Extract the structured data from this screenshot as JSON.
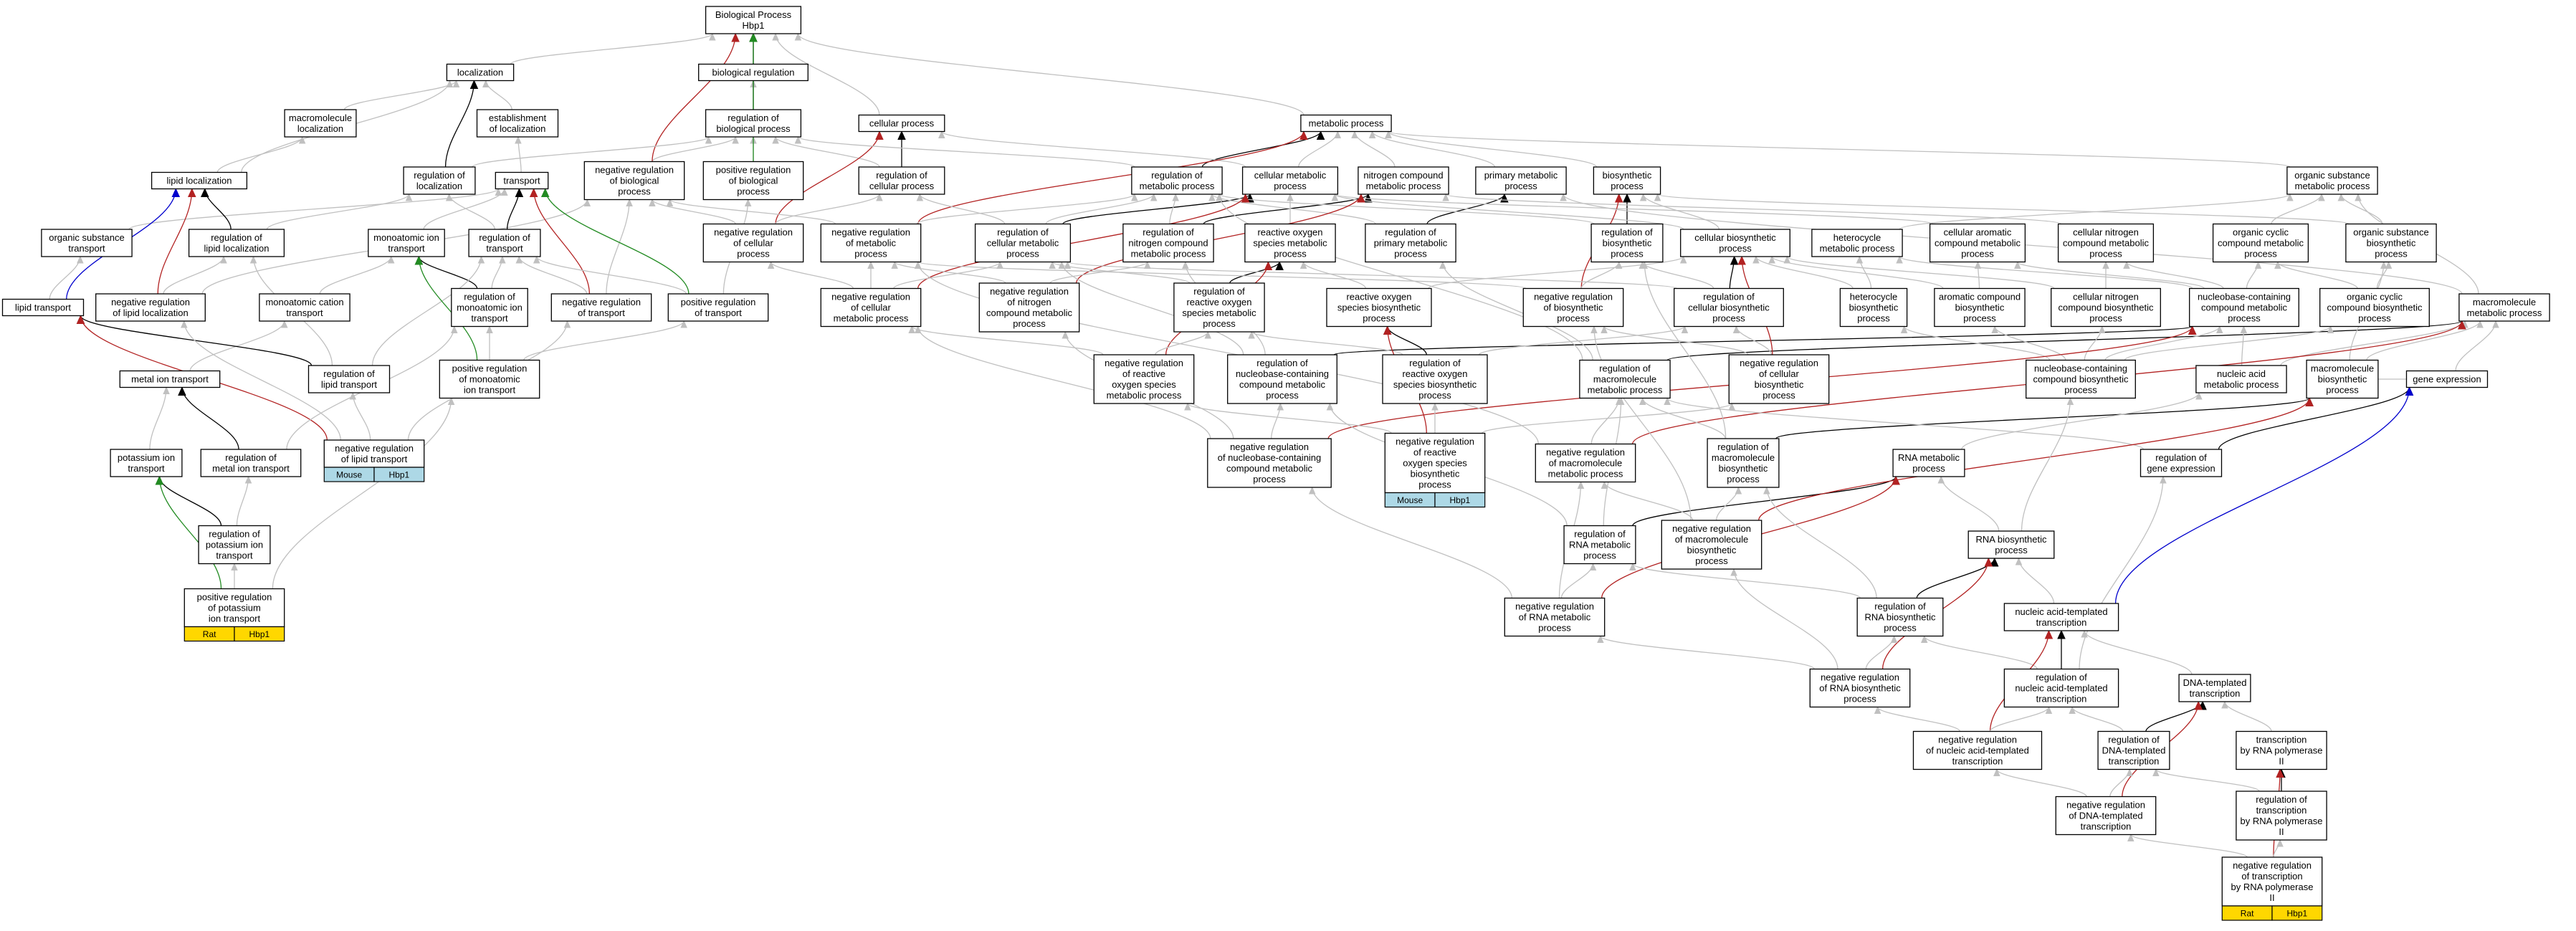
{
  "colors": {
    "edge_grey": "#c0c0c0",
    "edge_black": "#000000",
    "edge_red": "#b22222",
    "edge_green": "#228b22",
    "edge_blue": "#0000cd",
    "tag_mouse": "#add8e6",
    "tag_rat": "#ffd700"
  },
  "nodes": {
    "bp": {
      "label": [
        "Biological Process",
        "Hbp1"
      ]
    },
    "bioreg": {
      "label": [
        "biological regulation"
      ]
    },
    "regbp": {
      "label": [
        "regulation of",
        "biological process"
      ]
    },
    "posregbp": {
      "label": [
        "positive regulation",
        "of biological",
        "process"
      ]
    },
    "negregbp": {
      "label": [
        "negative regulation",
        "of biological",
        "process"
      ]
    },
    "localization": {
      "label": [
        "localization"
      ]
    },
    "estloc": {
      "label": [
        "establishment",
        "of localization"
      ]
    },
    "macroloc": {
      "label": [
        "macromolecule",
        "localization"
      ]
    },
    "regloc": {
      "label": [
        "regulation of",
        "localization"
      ]
    },
    "transport": {
      "label": [
        "transport"
      ]
    },
    "lipidloc": {
      "label": [
        "lipid localization"
      ]
    },
    "orgsubtr": {
      "label": [
        "organic substance",
        "transport"
      ]
    },
    "reglipidloc": {
      "label": [
        "regulation of",
        "lipid localization"
      ]
    },
    "lipidtr": {
      "label": [
        "lipid transport"
      ]
    },
    "negreglipidloc": {
      "label": [
        "negative regulation",
        "of lipid localization"
      ]
    },
    "monoatomictr": {
      "label": [
        "monoatomic ion",
        "transport"
      ]
    },
    "regtransport": {
      "label": [
        "regulation of",
        "transport"
      ]
    },
    "monocattr": {
      "label": [
        "monoatomic cation",
        "transport"
      ]
    },
    "regmonotr": {
      "label": [
        "regulation of",
        "monoatomic ion",
        "transport"
      ]
    },
    "negregtr": {
      "label": [
        "negative regulation",
        "of transport"
      ]
    },
    "posregtr": {
      "label": [
        "positive regulation",
        "of transport"
      ]
    },
    "metaliontr": {
      "label": [
        "metal ion transport"
      ]
    },
    "reglipidtr": {
      "label": [
        "regulation of",
        "lipid transport"
      ]
    },
    "posregmono": {
      "label": [
        "positive regulation",
        "of monoatomic",
        "ion transport"
      ]
    },
    "negreglipidtr": {
      "label": [
        "negative regulation",
        "of lipid transport"
      ]
    },
    "kiontr": {
      "label": [
        "potassium ion",
        "transport"
      ]
    },
    "regmetaliontr": {
      "label": [
        "regulation of",
        "metal ion transport"
      ]
    },
    "regkiontr": {
      "label": [
        "regulation of",
        "potassium ion",
        "transport"
      ]
    },
    "posregkion": {
      "label": [
        "positive regulation",
        "of potassium",
        "ion transport"
      ]
    },
    "cellproc": {
      "label": [
        "cellular process"
      ]
    },
    "regcellproc": {
      "label": [
        "regulation of",
        "cellular process"
      ]
    },
    "negregcellproc": {
      "label": [
        "negative regulation",
        "of cellular",
        "process"
      ]
    },
    "metproc": {
      "label": [
        "metabolic process"
      ]
    },
    "regmetproc": {
      "label": [
        "regulation of",
        "metabolic process"
      ]
    },
    "cellmet": {
      "label": [
        "cellular metabolic",
        "process"
      ]
    },
    "nitromet": {
      "label": [
        "nitrogen compound",
        "metabolic process"
      ]
    },
    "primmet": {
      "label": [
        "primary metabolic",
        "process"
      ]
    },
    "biosyn": {
      "label": [
        "biosynthetic",
        "process"
      ]
    },
    "orgsubmet": {
      "label": [
        "organic substance",
        "metabolic process"
      ]
    },
    "negregmet": {
      "label": [
        "negative regulation",
        "of metabolic",
        "process"
      ]
    },
    "regcellmet": {
      "label": [
        "regulation of",
        "cellular metabolic",
        "process"
      ]
    },
    "regnitromet": {
      "label": [
        "regulation of",
        "nitrogen compound",
        "metabolic process"
      ]
    },
    "rosmet": {
      "label": [
        "reactive oxygen",
        "species metabolic",
        "process"
      ]
    },
    "regprimmet": {
      "label": [
        "regulation of",
        "primary metabolic",
        "process"
      ]
    },
    "regbiosyn": {
      "label": [
        "regulation of",
        "biosynthetic",
        "process"
      ]
    },
    "cellbiosyn": {
      "label": [
        "cellular biosynthetic",
        "process"
      ]
    },
    "heteromet": {
      "label": [
        "heterocycle",
        "metabolic process"
      ]
    },
    "cellarommet": {
      "label": [
        "cellular aromatic",
        "compound metabolic",
        "process"
      ]
    },
    "cellnitromet": {
      "label": [
        "cellular nitrogen",
        "compound metabolic",
        "process"
      ]
    },
    "orgcyclmet": {
      "label": [
        "organic cyclic",
        "compound metabolic",
        "process"
      ]
    },
    "orgsubbiosyn": {
      "label": [
        "organic substance",
        "biosynthetic",
        "process"
      ]
    },
    "negregcellmet": {
      "label": [
        "negative regulation",
        "of cellular",
        "metabolic process"
      ]
    },
    "negregnitromet": {
      "label": [
        "negative regulation",
        "of nitrogen",
        "compound metabolic",
        "process"
      ]
    },
    "regrosmet": {
      "label": [
        "regulation of",
        "reactive oxygen",
        "species metabolic",
        "process"
      ]
    },
    "rosbiosyn": {
      "label": [
        "reactive oxygen",
        "species biosynthetic",
        "process"
      ]
    },
    "negregbiosyn": {
      "label": [
        "negative regulation",
        "of biosynthetic",
        "process"
      ]
    },
    "regcellbiosyn": {
      "label": [
        "regulation of",
        "cellular biosynthetic",
        "process"
      ]
    },
    "heterobiosyn": {
      "label": [
        "heterocycle",
        "biosynthetic",
        "process"
      ]
    },
    "arombiosyn": {
      "label": [
        "aromatic compound",
        "biosynthetic",
        "process"
      ]
    },
    "cellnitrobiosyn": {
      "label": [
        "cellular nitrogen",
        "compound biosynthetic",
        "process"
      ]
    },
    "nucbasemet": {
      "label": [
        "nucleobase-containing",
        "compound metabolic",
        "process"
      ]
    },
    "orgcyclbiosyn": {
      "label": [
        "organic cyclic",
        "compound biosynthetic",
        "process"
      ]
    },
    "macromet": {
      "label": [
        "macromolecule",
        "metabolic process"
      ]
    },
    "negregrosmet": {
      "label": [
        "negative regulation",
        "of reactive",
        "oxygen species",
        "metabolic process"
      ]
    },
    "regnucbasemet": {
      "label": [
        "regulation of",
        "nucleobase-containing",
        "compound metabolic",
        "process"
      ]
    },
    "regrosbiosyn": {
      "label": [
        "regulation of",
        "reactive oxygen",
        "species biosynthetic",
        "process"
      ]
    },
    "regmacromet": {
      "label": [
        "regulation of",
        "macromolecule",
        "metabolic process"
      ]
    },
    "negregcellbiosyn": {
      "label": [
        "negative regulation",
        "of cellular",
        "biosynthetic",
        "process"
      ]
    },
    "nucbasebiosyn": {
      "label": [
        "nucleobase-containing",
        "compound biosynthetic",
        "process"
      ]
    },
    "nucacidmet": {
      "label": [
        "nucleic acid",
        "metabolic process"
      ]
    },
    "macrobiosyn": {
      "label": [
        "macromolecule",
        "biosynthetic",
        "process"
      ]
    },
    "geneexpr": {
      "label": [
        "gene expression"
      ]
    },
    "negregnucbasemet": {
      "label": [
        "negative regulation",
        "of nucleobase-containing",
        "compound metabolic",
        "process"
      ]
    },
    "negregrosbiosyn": {
      "label": [
        "negative regulation",
        "of reactive",
        "oxygen species",
        "biosynthetic",
        "process"
      ]
    },
    "negregmacromet": {
      "label": [
        "negative regulation",
        "of macromolecule",
        "metabolic process"
      ]
    },
    "regmacrobiosyn": {
      "label": [
        "regulation of",
        "macromolecule",
        "biosynthetic",
        "process"
      ]
    },
    "rnamet": {
      "label": [
        "RNA metabolic",
        "process"
      ]
    },
    "reggeneexpr": {
      "label": [
        "regulation of",
        "gene expression"
      ]
    },
    "regrnamet": {
      "label": [
        "regulation of",
        "RNA metabolic",
        "process"
      ]
    },
    "negregmacrobiosyn": {
      "label": [
        "negative regulation",
        "of macromolecule",
        "biosynthetic",
        "process"
      ]
    },
    "rnabiosyn": {
      "label": [
        "RNA biosynthetic",
        "process"
      ]
    },
    "negregrnamet": {
      "label": [
        "negative regulation",
        "of RNA metabolic",
        "process"
      ]
    },
    "regrnabiosyn": {
      "label": [
        "regulation of",
        "RNA biosynthetic",
        "process"
      ]
    },
    "nucacidtx": {
      "label": [
        "nucleic acid-templated",
        "transcription"
      ]
    },
    "negregrnabiosyn": {
      "label": [
        "negative regulation",
        "of RNA biosynthetic",
        "process"
      ]
    },
    "regnucacidtx": {
      "label": [
        "regulation of",
        "nucleic acid-templated",
        "transcription"
      ]
    },
    "dnatx": {
      "label": [
        "DNA-templated",
        "transcription"
      ]
    },
    "negregnucacidtx": {
      "label": [
        "negative regulation",
        "of nucleic acid-templated",
        "transcription"
      ]
    },
    "regdnatx": {
      "label": [
        "regulation of",
        "DNA-templated",
        "transcription"
      ]
    },
    "txpol2": {
      "label": [
        "transcription",
        "by RNA polymerase",
        "II"
      ]
    },
    "negregdnatx": {
      "label": [
        "negative regulation",
        "of DNA-templated",
        "transcription"
      ]
    },
    "regtxpol2": {
      "label": [
        "regulation of",
        "transcription",
        "by RNA polymerase",
        "II"
      ]
    },
    "negregtxpol2": {
      "label": [
        "negative regulation",
        "of transcription",
        "by RNA polymerase",
        "II"
      ]
    }
  },
  "tags": {
    "negreglipidtr": {
      "species": "Mouse",
      "gene": "Hbp1"
    },
    "negregrosbiosyn": {
      "species": "Mouse",
      "gene": "Hbp1"
    },
    "posregkion": {
      "species": "Rat",
      "gene": "Hbp1"
    },
    "negregtxpol2": {
      "species": "Rat",
      "gene": "Hbp1"
    }
  }
}
